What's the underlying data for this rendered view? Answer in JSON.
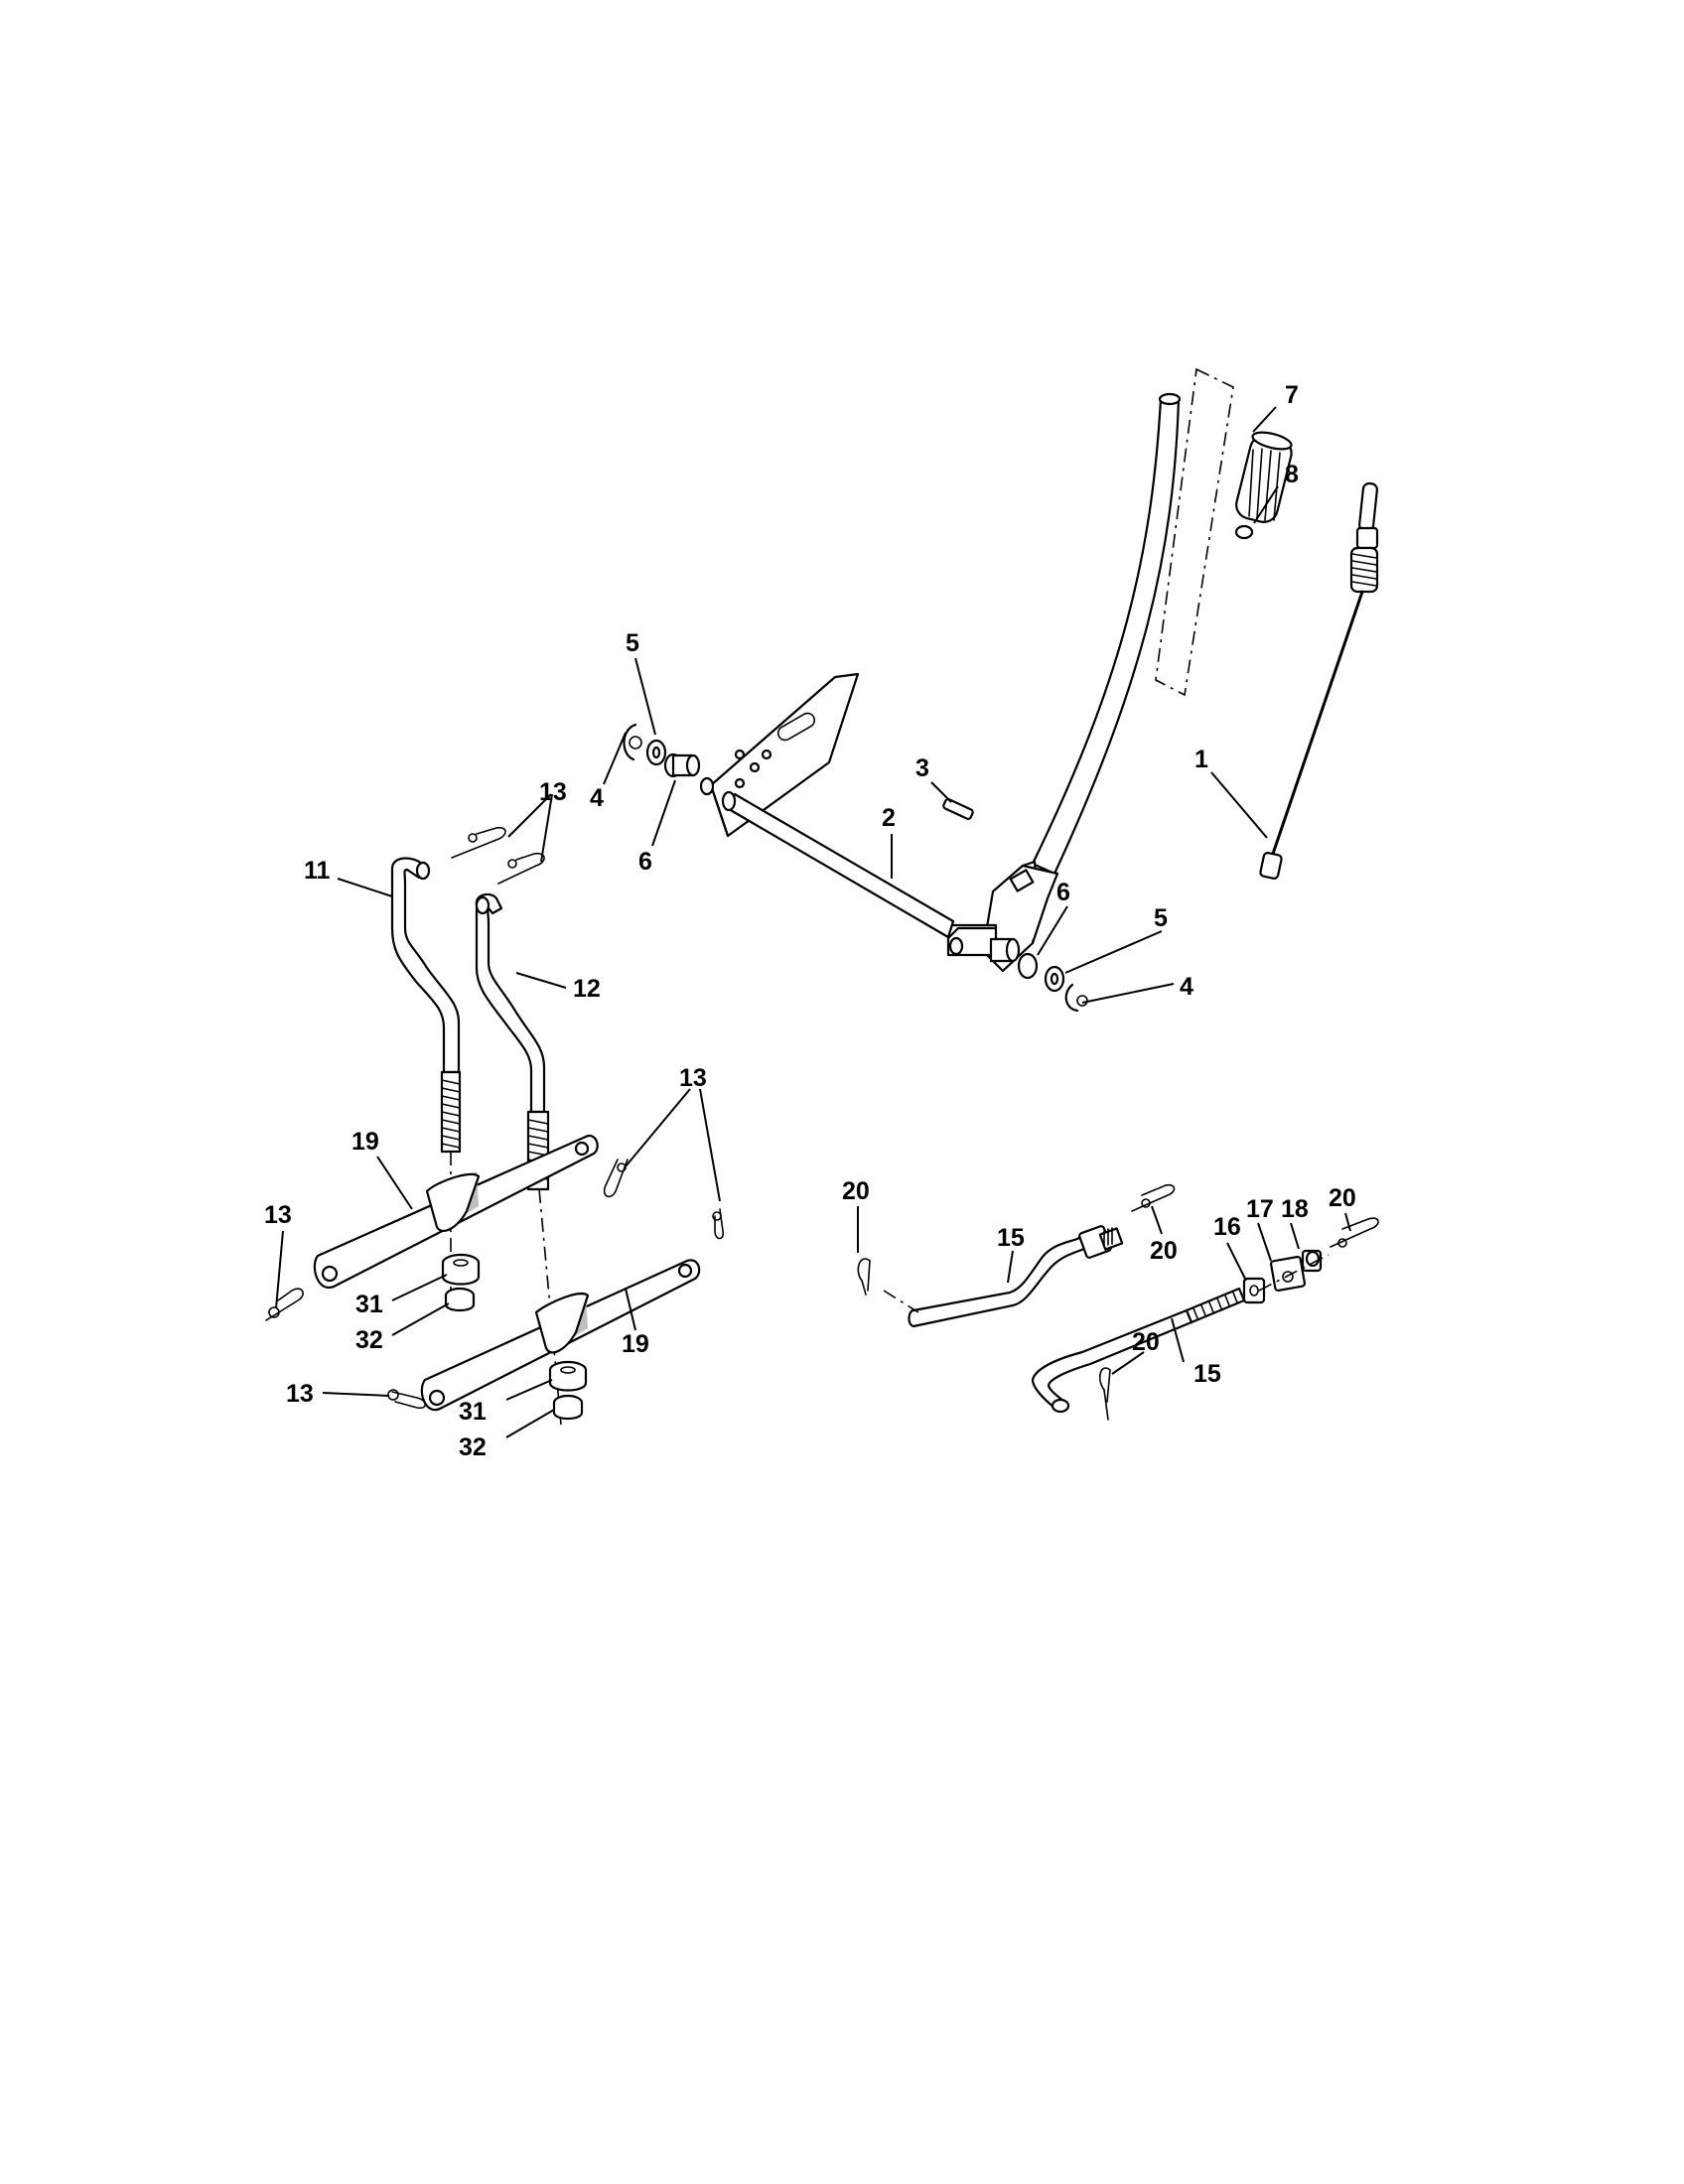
{
  "callouts": [
    {
      "id": "c1",
      "text": "1"
    },
    {
      "id": "c2",
      "text": "2"
    },
    {
      "id": "c3",
      "text": "3"
    },
    {
      "id": "c4a",
      "text": "4"
    },
    {
      "id": "c4b",
      "text": "4"
    },
    {
      "id": "c5a",
      "text": "5"
    },
    {
      "id": "c5b",
      "text": "5"
    },
    {
      "id": "c6a",
      "text": "6"
    },
    {
      "id": "c6b",
      "text": "6"
    },
    {
      "id": "c7",
      "text": "7"
    },
    {
      "id": "c8",
      "text": "8"
    },
    {
      "id": "c11",
      "text": "11"
    },
    {
      "id": "c12",
      "text": "12"
    },
    {
      "id": "c13a",
      "text": "13"
    },
    {
      "id": "c13b",
      "text": "13"
    },
    {
      "id": "c13c",
      "text": "13"
    },
    {
      "id": "c13d",
      "text": "13"
    },
    {
      "id": "c15a",
      "text": "15"
    },
    {
      "id": "c15b",
      "text": "15"
    },
    {
      "id": "c16",
      "text": "16"
    },
    {
      "id": "c17",
      "text": "17"
    },
    {
      "id": "c18",
      "text": "18"
    },
    {
      "id": "c19a",
      "text": "19"
    },
    {
      "id": "c19b",
      "text": "19"
    },
    {
      "id": "c20a",
      "text": "20"
    },
    {
      "id": "c20b",
      "text": "20"
    },
    {
      "id": "c20c",
      "text": "20"
    },
    {
      "id": "c20d",
      "text": "20"
    },
    {
      "id": "c31a",
      "text": "31"
    },
    {
      "id": "c31b",
      "text": "31"
    },
    {
      "id": "c32a",
      "text": "32"
    },
    {
      "id": "c32b",
      "text": "32"
    }
  ]
}
